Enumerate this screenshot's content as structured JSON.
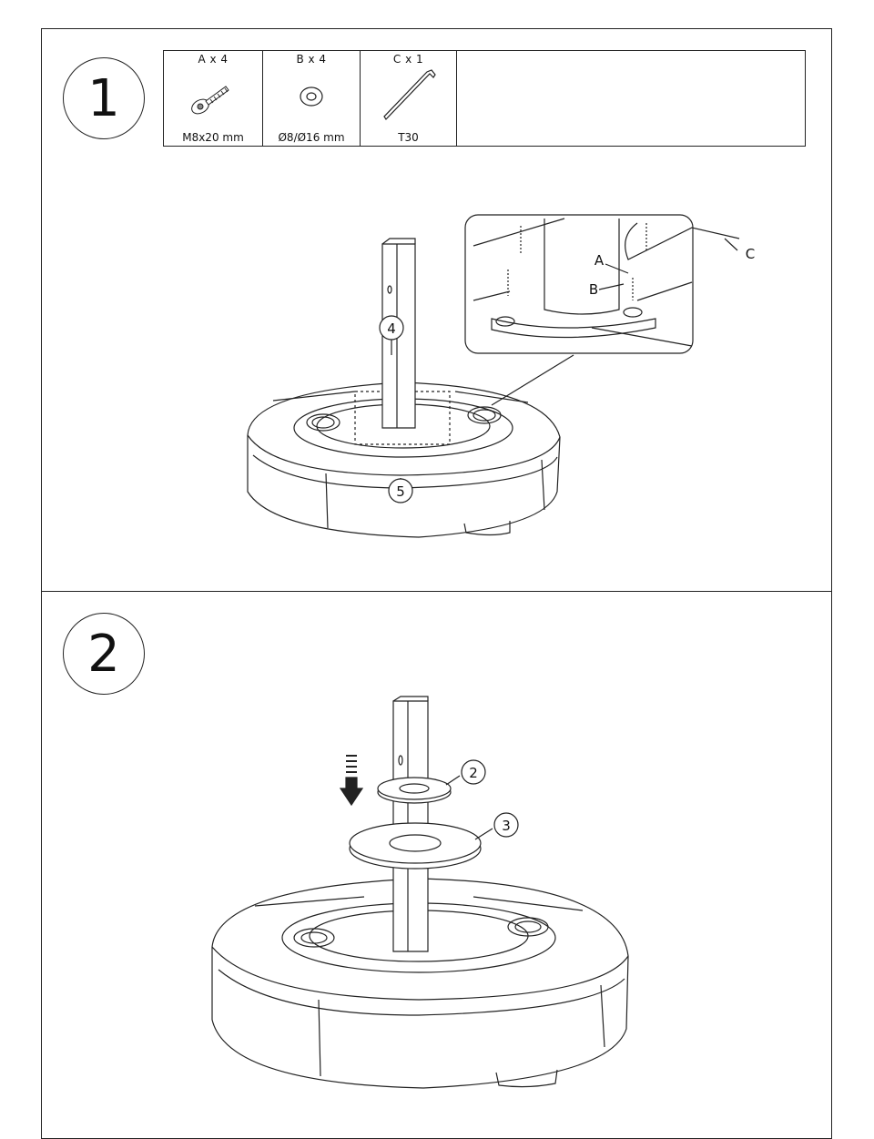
{
  "steps": [
    {
      "number": "1"
    },
    {
      "number": "2"
    }
  ],
  "parts": [
    {
      "label": "A x 4",
      "size": "M8x20 mm",
      "icon": "screw-icon"
    },
    {
      "label": "B x 4",
      "size": "Ø8/Ø16 mm",
      "icon": "washer-icon"
    },
    {
      "label": "C x 1",
      "size": "T30",
      "icon": "hex-key-icon"
    }
  ],
  "callouts": {
    "step1_pole": "4",
    "step1_base": "5",
    "step2_ring_small": "2",
    "step2_ring_large": "3",
    "detail_a": "A",
    "detail_b": "B",
    "detail_c": "C"
  }
}
